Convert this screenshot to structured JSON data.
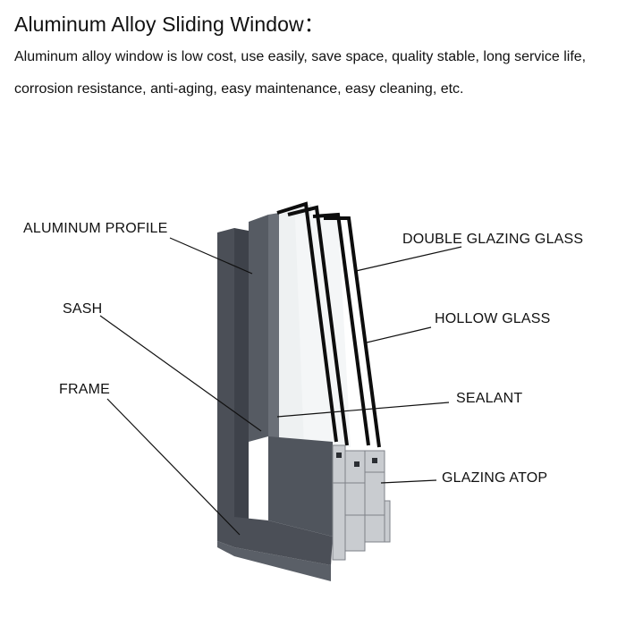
{
  "header": {
    "title": "Aluminum Alloy Sliding Window：",
    "description": "Aluminum alloy window is low cost, use easily, save space, quality stable, long service life, corrosion resistance, anti-aging, easy maintenance, easy cleaning, etc."
  },
  "diagram": {
    "subject": "aluminum alloy window frame cross-section",
    "frame_color": "#4b4f57",
    "labels": {
      "aluminum_profile": "ALUMINUM PROFILE",
      "sash": "SASH",
      "frame": "FRAME",
      "double_glazing_glass": "DOUBLE GLAZING GLASS",
      "hollow_glass": "HOLLOW GLASS",
      "sealant": "SEALANT",
      "glazing_atop": "GLAZING ATOP"
    }
  }
}
